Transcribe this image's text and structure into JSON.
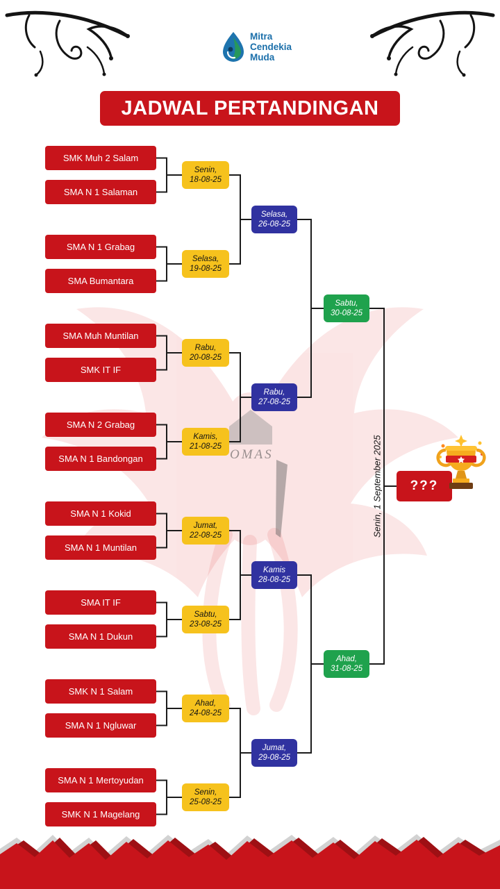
{
  "logo": {
    "line1": "Mitra",
    "line2": "Cendekia",
    "line3": "Muda"
  },
  "title": "JADWAL PERTANDINGAN",
  "watermark_text": "OMAS",
  "bracket": {
    "teams": [
      "SMK Muh 2 Salam",
      "SMA N 1 Salaman",
      "SMA N 1 Grabag",
      "SMA Bumantara",
      "SMA Muh Muntilan",
      "SMK IT IF",
      "SMA N 2 Grabag",
      "SMA N 1 Bandongan",
      "SMA N 1 Kokid",
      "SMA N 1 Muntilan",
      "SMA IT IF",
      "SMA N 1 Dukun",
      "SMK N 1 Salam",
      "SMA N 1 Ngluwar",
      "SMA N 1 Mertoyudan",
      "SMK N 1 Magelang"
    ],
    "round1": [
      {
        "day": "Senin,",
        "date": "18-08-25"
      },
      {
        "day": "Selasa,",
        "date": "19-08-25"
      },
      {
        "day": "Rabu,",
        "date": "20-08-25"
      },
      {
        "day": "Kamis,",
        "date": "21-08-25"
      },
      {
        "day": "Jumat,",
        "date": "22-08-25"
      },
      {
        "day": "Sabtu,",
        "date": "23-08-25"
      },
      {
        "day": "Ahad,",
        "date": "24-08-25"
      },
      {
        "day": "Senin,",
        "date": "25-08-25"
      }
    ],
    "round2": [
      {
        "day": "Selasa,",
        "date": "26-08-25"
      },
      {
        "day": "Rabu,",
        "date": "27-08-25"
      },
      {
        "day": "Kamis",
        "date": "28-08-25"
      },
      {
        "day": "Jumat,",
        "date": "29-08-25"
      }
    ],
    "semifinals": [
      {
        "day": "Sabtu,",
        "date": "30-08-25"
      },
      {
        "day": "Ahad,",
        "date": "31-08-25"
      }
    ],
    "final": {
      "label": "???",
      "date_note": "Senin, 1 September 2025"
    }
  },
  "colors": {
    "red": "#C8141B",
    "yellow": "#F6C21D",
    "blue": "#3032A0",
    "green": "#1FA24D"
  }
}
